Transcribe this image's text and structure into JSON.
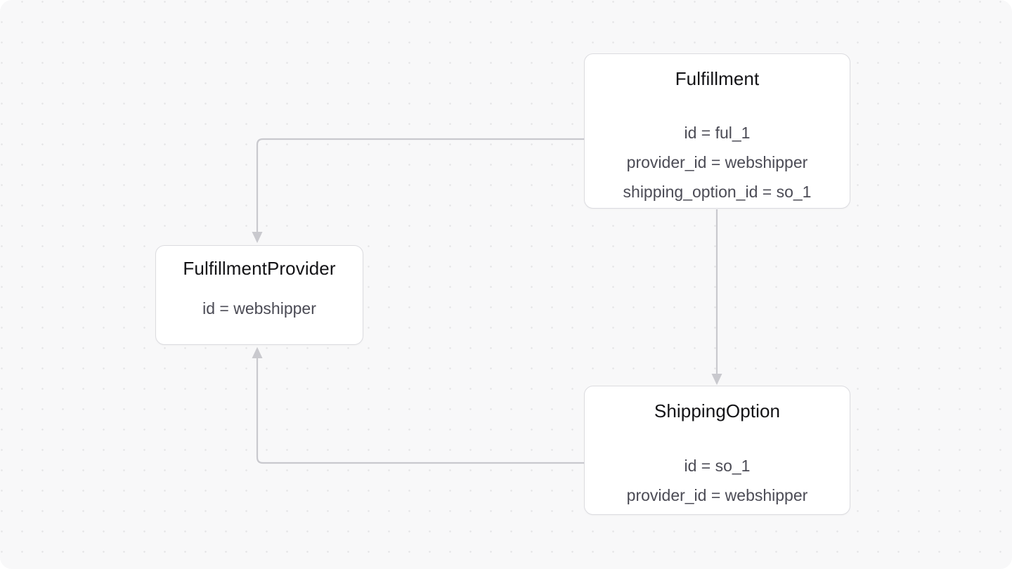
{
  "canvas": {
    "background_color": "#f8f8f9",
    "dot_color": "#e4e4e6",
    "dot_spacing": 29
  },
  "theme": {
    "node_fill": "#ffffff",
    "node_border": "#dcdce0",
    "title_color": "#131316",
    "attr_color": "#4b4b55",
    "edge_color": "#c9c9ce"
  },
  "diagram": {
    "type": "entity-relationship",
    "nodes": [
      {
        "id": "fulfillment",
        "title": "Fulfillment",
        "attrs": [
          "id = ful_1",
          "provider_id = webshipper",
          "shipping_option_id = so_1"
        ]
      },
      {
        "id": "fulfillmentprovider",
        "title": "FulfillmentProvider",
        "attrs": [
          "id = webshipper"
        ]
      },
      {
        "id": "shippingoption",
        "title": "ShippingOption",
        "attrs": [
          "id = so_1",
          "provider_id = webshipper"
        ]
      }
    ],
    "edges": [
      {
        "id": "fulfillment-to-fulfillmentprovider",
        "from": "fulfillment",
        "to": "fulfillmentprovider",
        "via": "provider_id"
      },
      {
        "id": "fulfillment-to-shippingoption",
        "from": "fulfillment",
        "to": "shippingoption",
        "via": "shipping_option_id"
      },
      {
        "id": "shippingoption-to-fulfillmentprovider",
        "from": "shippingoption",
        "to": "fulfillmentprovider",
        "via": "provider_id"
      }
    ]
  }
}
